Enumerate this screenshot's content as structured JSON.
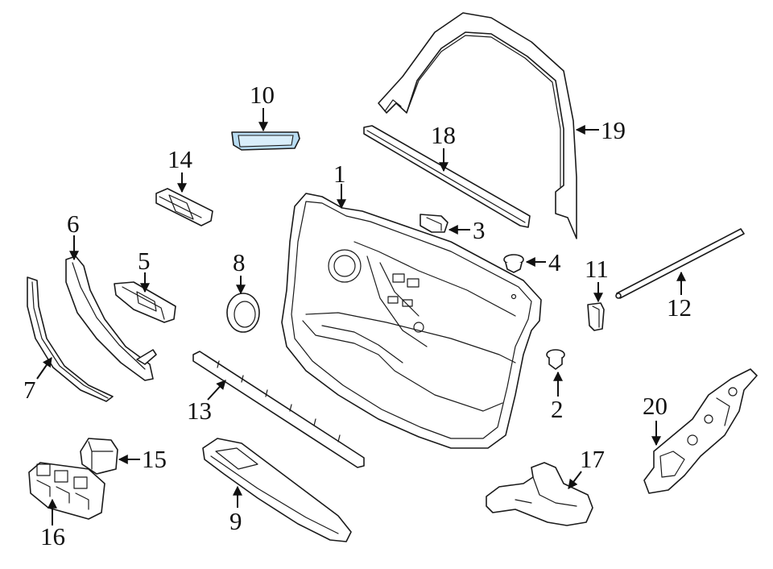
{
  "diagram": {
    "highlight_color": "#b8dcf2",
    "callouts": [
      {
        "id": "1",
        "label": "1"
      },
      {
        "id": "2",
        "label": "2"
      },
      {
        "id": "3",
        "label": "3"
      },
      {
        "id": "4",
        "label": "4"
      },
      {
        "id": "5",
        "label": "5"
      },
      {
        "id": "6",
        "label": "6"
      },
      {
        "id": "7",
        "label": "7"
      },
      {
        "id": "8",
        "label": "8"
      },
      {
        "id": "9",
        "label": "9"
      },
      {
        "id": "10",
        "label": "10"
      },
      {
        "id": "11",
        "label": "11"
      },
      {
        "id": "12",
        "label": "12"
      },
      {
        "id": "13",
        "label": "13"
      },
      {
        "id": "14",
        "label": "14"
      },
      {
        "id": "15",
        "label": "15"
      },
      {
        "id": "16",
        "label": "16"
      },
      {
        "id": "17",
        "label": "17"
      },
      {
        "id": "18",
        "label": "18"
      },
      {
        "id": "19",
        "label": "19"
      },
      {
        "id": "20",
        "label": "20"
      }
    ]
  }
}
